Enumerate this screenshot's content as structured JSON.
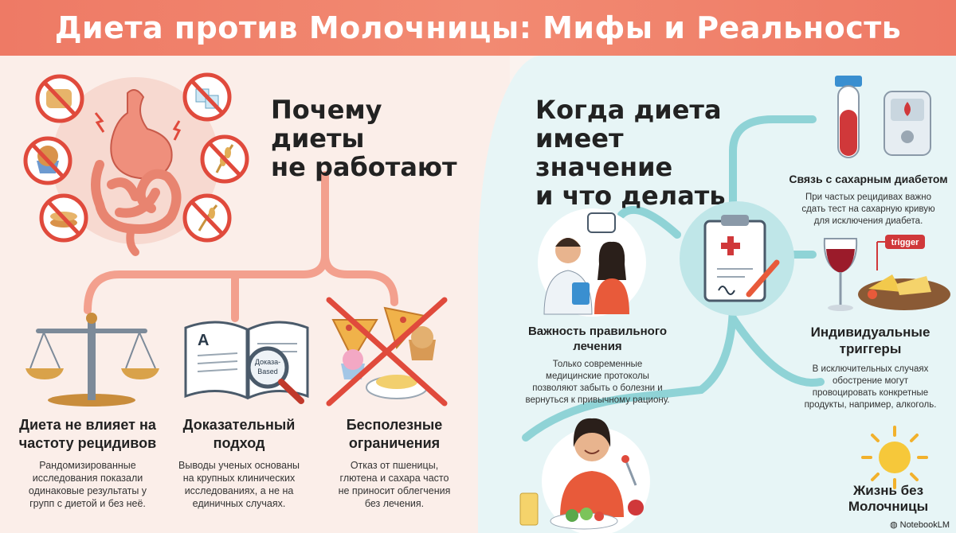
{
  "header": {
    "title": "Диета против Молочницы: Мифы и Реальность"
  },
  "left": {
    "title_line1": "Почему диеты",
    "title_line2": "не работают",
    "cards": [
      {
        "title_line1": "Диета не влияет на",
        "title_line2": "частоту рецидивов",
        "text": [
          "Рандомизированные",
          "исследования показали",
          "одинаковые результаты у",
          "групп с диетой и без неё."
        ]
      },
      {
        "title_line1": "Доказательный",
        "title_line2": "подход",
        "text": [
          "Выводы ученых основаны",
          "на крупных клинических",
          "исследованиях, а не на",
          "единичных случаях."
        ]
      },
      {
        "title_line1": "Бесполезные",
        "title_line2": "ограничения",
        "text": [
          "Отказ от пшеницы,",
          "глютена и сахара часто",
          "не приносит облегчения",
          "без лечения."
        ]
      }
    ],
    "book_label_1": "Доказа-",
    "book_label_2": "Based",
    "book_letter": "A"
  },
  "right": {
    "title_line1": "Когда диета",
    "title_line2": "имеет значение",
    "title_line3": "и что делать",
    "diabetes": {
      "title": "Связь с сахарным диабетом",
      "text": [
        "При частых рецидивах важно",
        "сдать тест на сахарную кривую",
        "для исключения диабета."
      ]
    },
    "treatment": {
      "title_line1": "Важность правильного",
      "title_line2": "лечения",
      "text": [
        "Только современные",
        "медицинские протоколы",
        "позволяют забыть о болезни и",
        "вернуться к привычному рациону."
      ]
    },
    "triggers": {
      "title_line1": "Индивидуальные",
      "title_line2": "триггеры",
      "text": [
        "В исключительных случаях",
        "обострение могут",
        "провоцировать конкретные",
        "продукты, например, алкоголь."
      ],
      "tag": "trigger"
    },
    "life": {
      "title_line1": "Жизнь без",
      "title_line2": "Молочницы"
    }
  },
  "footer": {
    "logo": "NotebookLM"
  },
  "colors": {
    "header": "#ee7a65",
    "left_bg": "#fbeee9",
    "right_bg": "#e7f5f6",
    "coral": "#f3a08e",
    "teal": "#8fd3d6",
    "ban_red": "#e04a3c"
  }
}
